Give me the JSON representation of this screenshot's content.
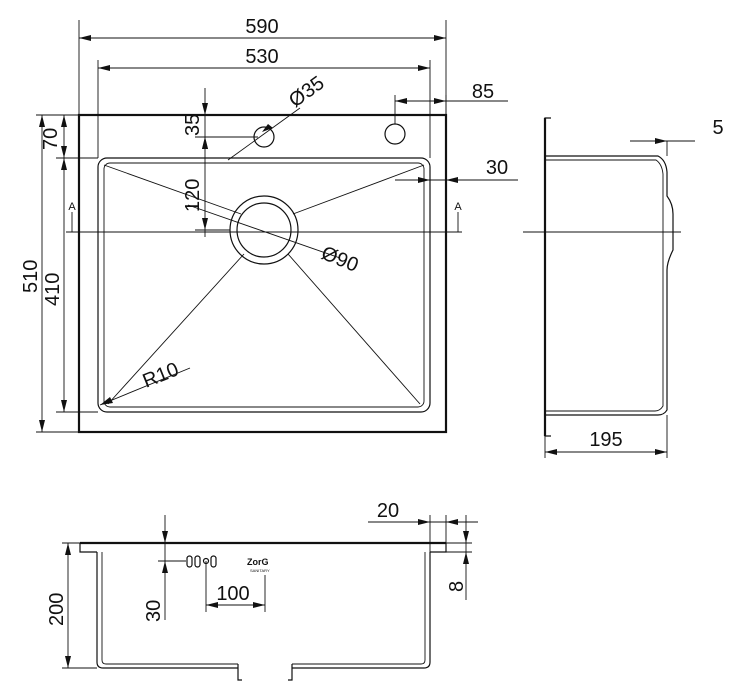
{
  "dimensions": {
    "overall_width": "590",
    "bowl_width": "530",
    "hole_diameter": "Ø35",
    "hole_offset_right": "85",
    "top_to_hole": "35",
    "top_to_bowl": "70",
    "hole_to_drain": "120",
    "bowl_offset_right": "30",
    "drain_diameter": "Ø90",
    "overall_depth": "510",
    "bowl_depth": "410",
    "corner_radius": "R10",
    "section_label_left": "A",
    "section_label_right": "A",
    "side_flange": "5",
    "side_height": "195",
    "flange_width": "20",
    "flange_thickness": "8",
    "front_height": "200",
    "overflow_height": "30",
    "overflow_spacing": "100"
  },
  "logo": {
    "brand": "ZorG",
    "subtitle": "SANITARY"
  }
}
